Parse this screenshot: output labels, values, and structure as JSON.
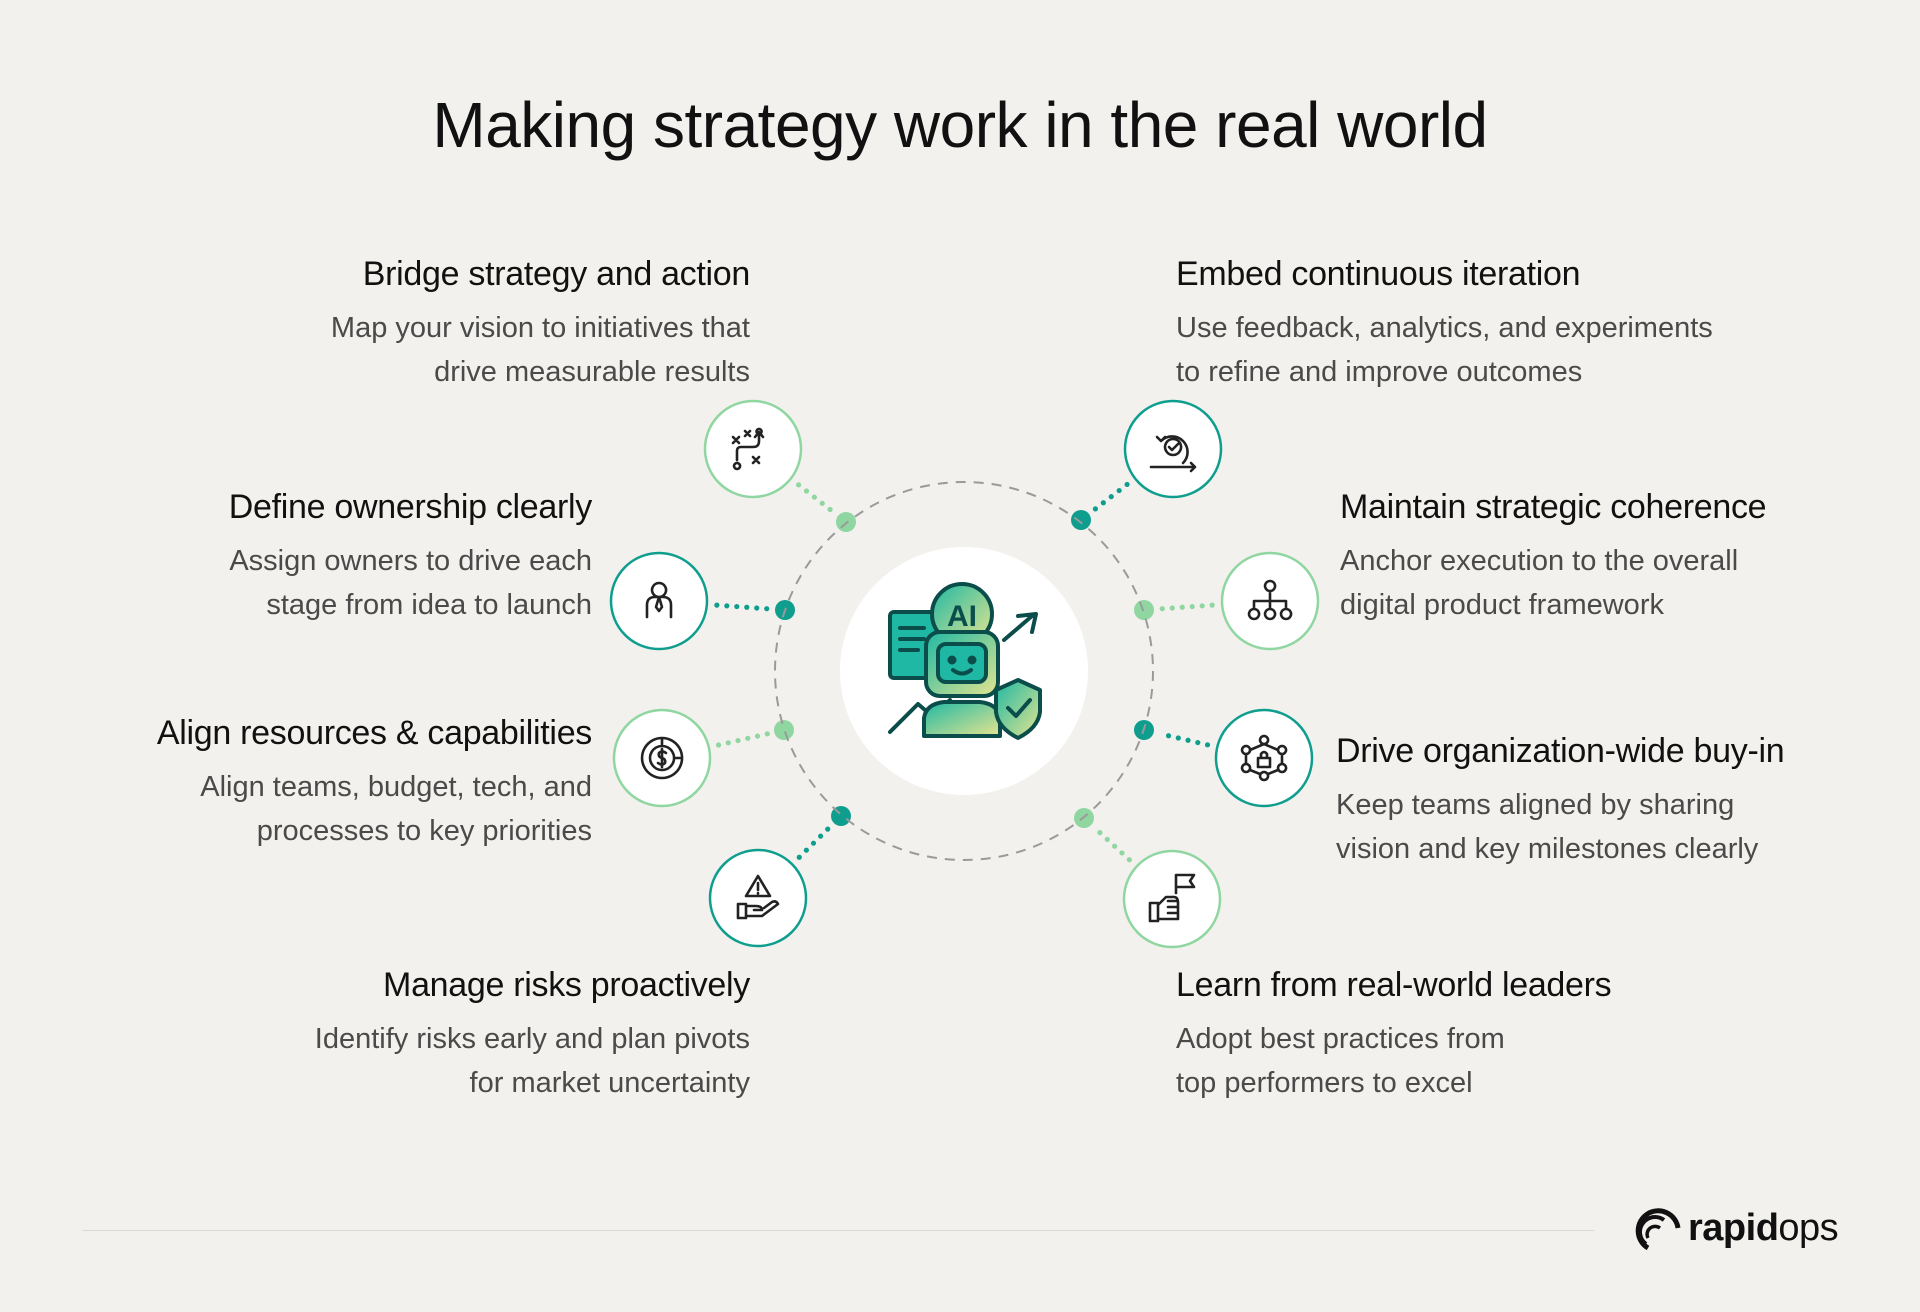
{
  "title": "Making strategy work in the real world",
  "colors": {
    "background": "#f2f1ed",
    "teal": "#0f9e8e",
    "light_green": "#8fd6a0",
    "ring": "#9a9a9a"
  },
  "center": {
    "icon": "ai-robot-growth-icon",
    "badge_text": "AI"
  },
  "items": [
    {
      "title": "Bridge strategy and action",
      "lines": [
        "Map your vision to initiatives that",
        "drive measurable results"
      ],
      "icon": "strategy-play-icon",
      "accent": "light_green"
    },
    {
      "title": "Define ownership clearly",
      "lines": [
        "Assign owners to drive each",
        "stage from idea to launch"
      ],
      "icon": "person-owner-icon",
      "accent": "teal"
    },
    {
      "title": "Align resources & capabilities",
      "lines": [
        "Align teams, budget, tech, and",
        "processes to key priorities"
      ],
      "icon": "dollar-target-icon",
      "accent": "light_green"
    },
    {
      "title": "Manage risks proactively",
      "lines": [
        "Identify risks early and plan pivots",
        "for market uncertainty"
      ],
      "icon": "hand-warning-icon",
      "accent": "teal"
    },
    {
      "title": "Embed continuous iteration",
      "lines": [
        "Use feedback, analytics, and experiments",
        "to refine and improve outcomes"
      ],
      "icon": "iteration-cycle-icon",
      "accent": "teal"
    },
    {
      "title": "Maintain strategic coherence",
      "lines": [
        "Anchor execution to the overall",
        "digital product framework"
      ],
      "icon": "hierarchy-icon",
      "accent": "light_green"
    },
    {
      "title": "Drive organization-wide buy-in",
      "lines": [
        "Keep teams aligned by sharing",
        "vision and key milestones clearly"
      ],
      "icon": "network-lock-icon",
      "accent": "teal"
    },
    {
      "title": "Learn from real-world leaders",
      "lines": [
        "Adopt best practices from",
        "top performers to excel"
      ],
      "icon": "hand-flag-icon",
      "accent": "light_green"
    }
  ],
  "brand": {
    "bold": "rapid",
    "light": "ops"
  }
}
